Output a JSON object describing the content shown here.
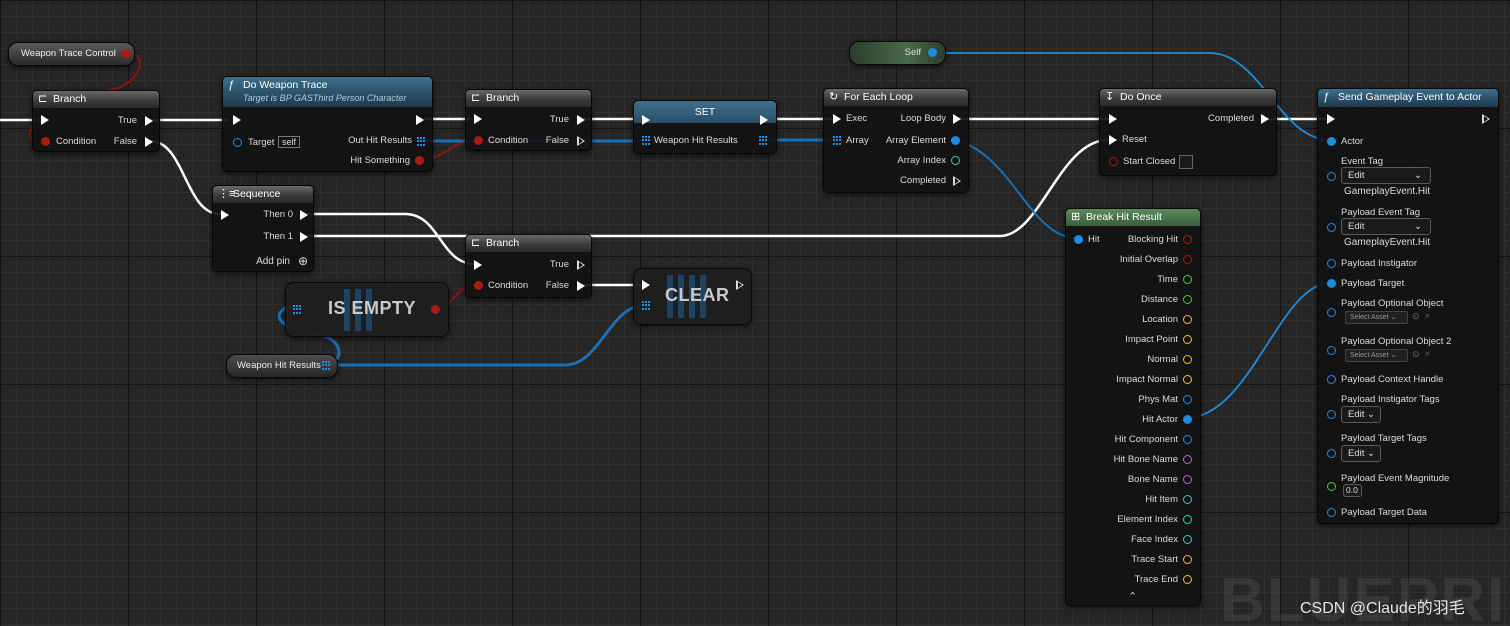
{
  "nodes": {
    "weapon_trace_control": {
      "label": "Weapon Trace Control"
    },
    "branch1": {
      "title": "Branch",
      "condition": "Condition",
      "true": "True",
      "false": "False"
    },
    "do_weapon_trace": {
      "title": "Do Weapon Trace",
      "subtitle": "Target is BP GASThird Person Character",
      "target": "Target",
      "self": "self",
      "out_hit_results": "Out Hit Results",
      "hit_something": "Hit Something"
    },
    "branch2": {
      "title": "Branch",
      "condition": "Condition",
      "true": "True",
      "false": "False"
    },
    "set": {
      "title": "SET",
      "var": "Weapon Hit Results"
    },
    "for_each": {
      "title": "For Each Loop",
      "exec": "Exec",
      "array": "Array",
      "loop_body": "Loop Body",
      "array_element": "Array Element",
      "array_index": "Array Index",
      "completed": "Completed"
    },
    "self_var": {
      "label": "Self"
    },
    "do_once": {
      "title": "Do Once",
      "completed": "Completed",
      "reset": "Reset",
      "start_closed": "Start Closed"
    },
    "send_event": {
      "title": "Send Gameplay Event to Actor",
      "actor": "Actor",
      "event_tag": "Event Tag",
      "edit": "Edit",
      "event_tag_value": "GameplayEvent.Hit",
      "payload_event_tag": "Payload Event Tag",
      "payload_event_tag_value": "GameplayEvent.Hit",
      "payload_instigator": "Payload Instigator",
      "payload_target": "Payload Target",
      "payload_optional_object": "Payload Optional Object",
      "select_asset": "Select Asset",
      "payload_optional_object_2": "Payload Optional Object 2",
      "payload_context_handle": "Payload Context Handle",
      "payload_instigator_tags": "Payload Instigator Tags",
      "payload_target_tags": "Payload Target Tags",
      "payload_event_magnitude": "Payload Event Magnitude",
      "magnitude_value": "0.0",
      "payload_target_data": "Payload Target Data"
    },
    "sequence": {
      "title": "Sequence",
      "then0": "Then 0",
      "then1": "Then 1",
      "add_pin": "Add pin"
    },
    "branch3": {
      "title": "Branch",
      "condition": "Condition",
      "true": "True",
      "false": "False"
    },
    "is_empty": {
      "label": "IS EMPTY"
    },
    "clear": {
      "label": "CLEAR"
    },
    "weapon_hit_results_var": {
      "label": "Weapon Hit Results"
    },
    "break_hit": {
      "title": "Break Hit Result",
      "hit": "Hit",
      "outputs": [
        "Blocking Hit",
        "Initial Overlap",
        "Time",
        "Distance",
        "Location",
        "Impact Point",
        "Normal",
        "Impact Normal",
        "Phys Mat",
        "Hit Actor",
        "Hit Component",
        "Hit Bone Name",
        "Bone Name",
        "Hit Item",
        "Element Index",
        "Face Index",
        "Trace Start",
        "Trace End"
      ],
      "output_colors": [
        "#b01818",
        "#b01818",
        "#39d439",
        "#39d439",
        "#f0c21a",
        "#f0c21a",
        "#f0c21a",
        "#f0c21a",
        "#1c8ee0",
        "#1c8ee0",
        "#1c8ee0",
        "#b566d8",
        "#b566d8",
        "#2fd1b0",
        "#2fd1b0",
        "#2fd1b0",
        "#f0c21a",
        "#f0c21a"
      ]
    }
  },
  "colors": {
    "exec": "#ffffff",
    "bool": "#b01818",
    "object": "#1c8ee0",
    "float": "#39d439",
    "vector": "#f0c21a",
    "name": "#b566d8",
    "int": "#2fd1b0"
  },
  "watermark": "BLUEPRINT",
  "credit": "CSDN @Claude的羽毛"
}
